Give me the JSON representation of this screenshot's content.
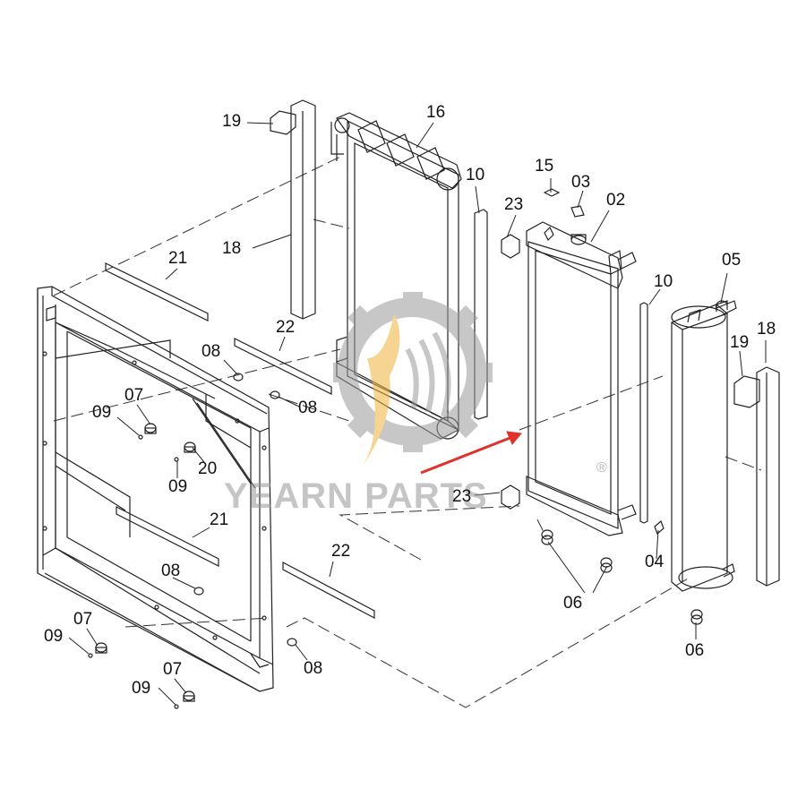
{
  "watermark": {
    "text": "YEARN PARTS",
    "registered": "®"
  },
  "callouts": {
    "c16": "16",
    "c19a": "19",
    "c18a": "18",
    "c10a": "10",
    "c15": "15",
    "c03": "03",
    "c23a": "23",
    "c02": "02",
    "c05": "05",
    "c10b": "10",
    "c18b": "18",
    "c19b": "19",
    "c21a": "21",
    "c22a": "22",
    "c08a": "08",
    "c07a": "07",
    "c09a": "09",
    "c08b": "08",
    "c20": "20",
    "c09b": "09",
    "c23b": "23",
    "c21b": "21",
    "c22b": "22",
    "c08c": "08",
    "c06a": "06",
    "c04": "04",
    "c06b": "06",
    "c07b": "07",
    "c09c": "09",
    "c08d": "08",
    "c07c": "07",
    "c09d": "09"
  },
  "colors": {
    "line": "#222222",
    "arrow": "#e0312a",
    "gear": "#9a9a9a",
    "flame": "#f0b43c"
  }
}
